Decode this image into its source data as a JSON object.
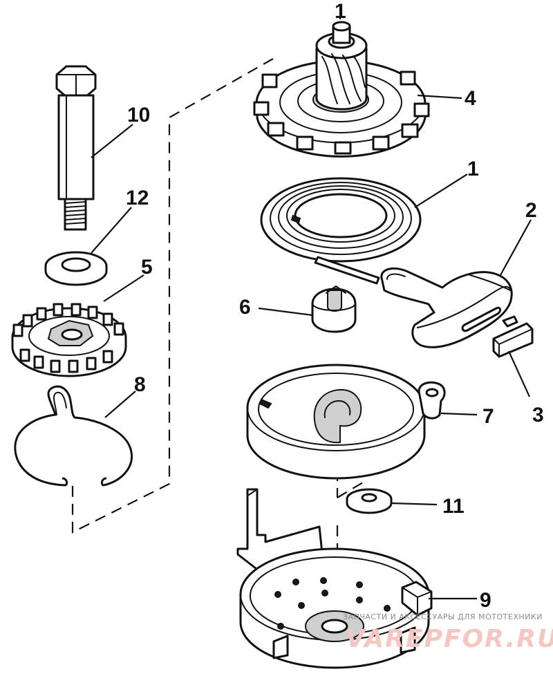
{
  "callouts": {
    "c1_top": "1",
    "c4": "4",
    "c1": "1",
    "c2": "2",
    "c10": "10",
    "c12": "12",
    "c5": "5",
    "c6": "6",
    "c7": "7",
    "c3": "3",
    "c8": "8",
    "c11": "11",
    "c9": "9"
  },
  "watermark": {
    "caption": "ЗАПЧАСТИ И АКСЕССУАРЫ ДЛЯ МОТОТЕХНИКИ",
    "logo": "VAREPFOR.RU"
  }
}
